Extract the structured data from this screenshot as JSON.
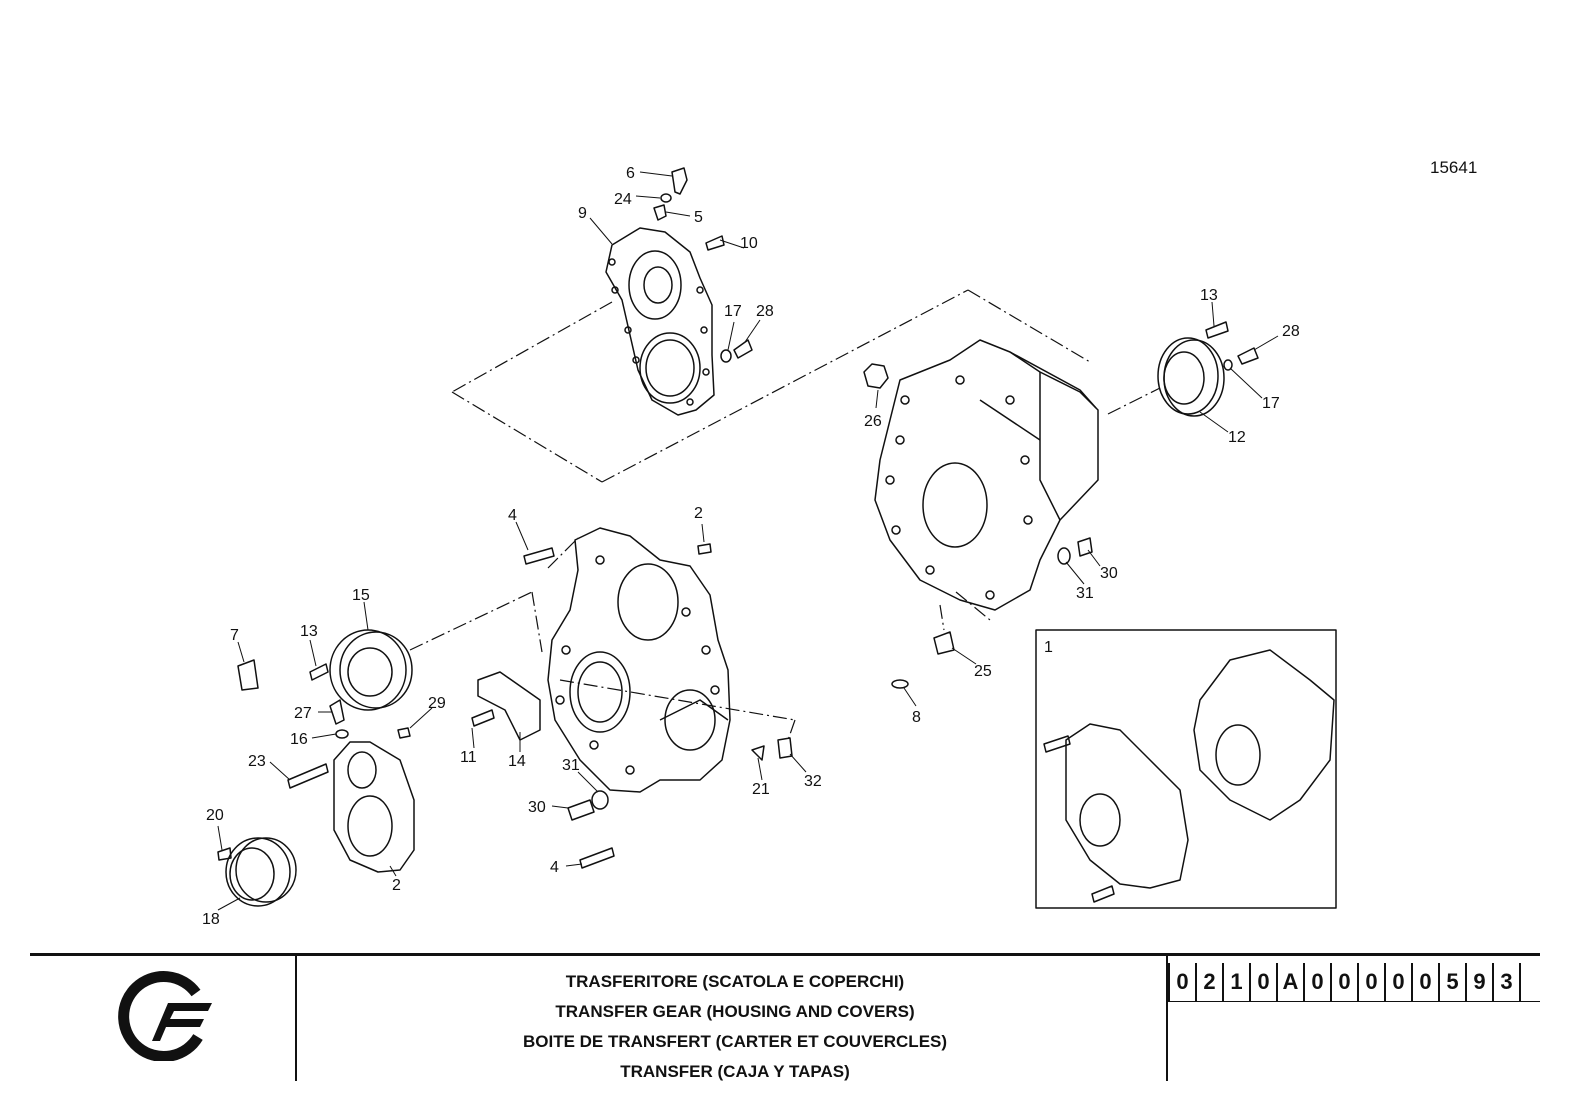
{
  "drawing_number": "15641",
  "title_lines": [
    "TRASFERITORE (SCATOLA  E COPERCHI)",
    "TRANSFER GEAR (HOUSING AND COVERS)",
    "BOITE DE TRANSFERT (CARTER ET COUVERCLES)",
    "TRANSFER (CAJA Y TAPAS)"
  ],
  "part_code_chars": [
    "0",
    "2",
    "1",
    "0",
    "A",
    "0",
    "0",
    "0",
    "0",
    "0",
    "5",
    "9",
    "3"
  ],
  "callouts": [
    "6",
    "24",
    "5",
    "9",
    "10",
    "17",
    "28",
    "13",
    "28",
    "17",
    "12",
    "26",
    "4",
    "2",
    "15",
    "7",
    "13",
    "27",
    "29",
    "16",
    "23",
    "11",
    "14",
    "31",
    "30",
    "21",
    "32",
    "20",
    "2",
    "18",
    "4",
    "30",
    "31",
    "25",
    "8",
    "1"
  ]
}
